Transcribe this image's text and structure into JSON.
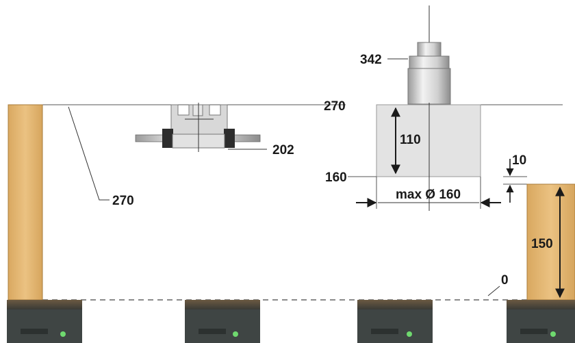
{
  "labels": {
    "gripper_height": "342",
    "top_level_right": "270",
    "top_level_left": "270",
    "block_height": "110",
    "block_bottom_level": "160",
    "clearance": "10",
    "max_diameter": "max  Ø 160",
    "clamp_level": "202",
    "pillar_height": "150",
    "zero_level": "0"
  },
  "colors": {
    "wood": "#e2b46e",
    "wood_dark": "#b98946",
    "block": "#e3e3e3",
    "metal": "#cfcfcf",
    "base": "#3f4544",
    "led": "#6fd96f"
  }
}
